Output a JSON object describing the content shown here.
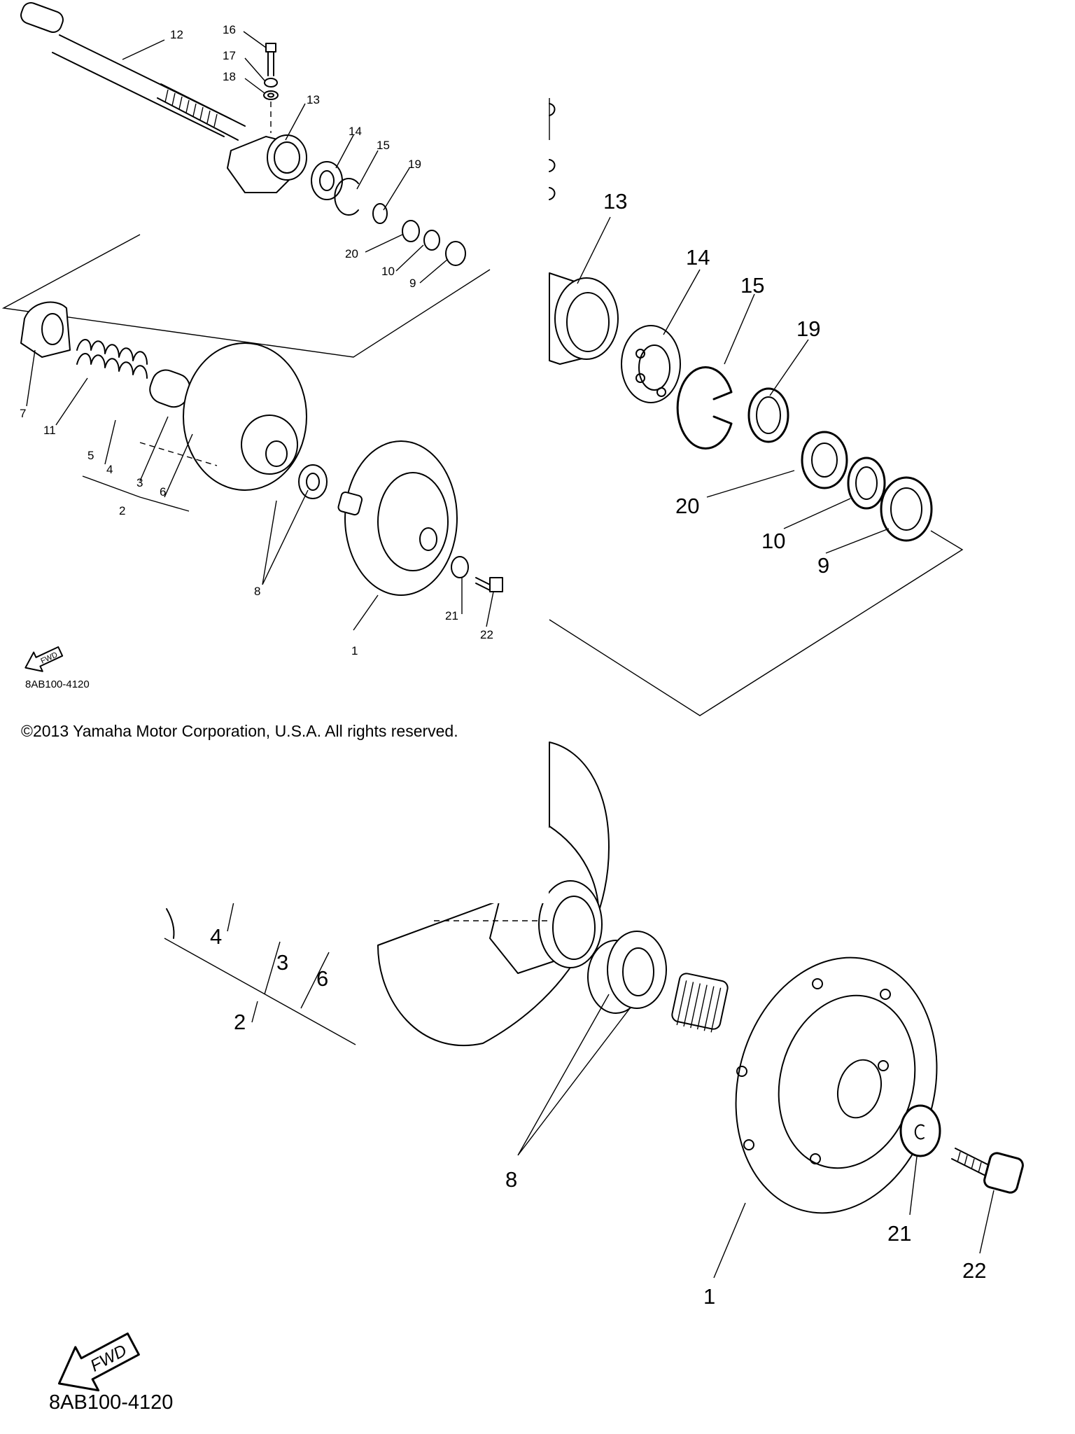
{
  "callouts_small": [
    "12",
    "16",
    "17",
    "18",
    "13",
    "14",
    "15",
    "19",
    "20",
    "10",
    "9",
    "7",
    "11",
    "5",
    "4",
    "3",
    "2",
    "6",
    "8",
    "1",
    "21",
    "22"
  ],
  "callouts_large": [
    "13",
    "14",
    "15",
    "19",
    "20",
    "10",
    "9",
    "4",
    "3",
    "6",
    "2",
    "8",
    "1",
    "21",
    "22"
  ],
  "fwd_label": "FWD",
  "diagram_code": "8AB100-4120",
  "copyright": "©2013 Yamaha Motor Corporation, U.S.A. All rights reserved.",
  "icons": [
    "fwd-arrow-icon"
  ]
}
